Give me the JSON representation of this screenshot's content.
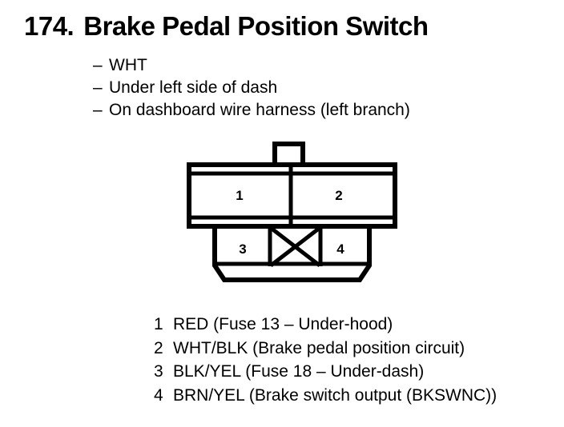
{
  "title": {
    "number": "174.",
    "name": "Brake Pedal Position Switch"
  },
  "spec_list": {
    "dash": "–",
    "items": [
      "WHT",
      "Under left side of dash",
      "On dashboard wire harness (left branch)"
    ]
  },
  "connector": {
    "top_cavities": [
      {
        "pin": "1"
      },
      {
        "pin": "2"
      }
    ],
    "bottom_cavities": [
      {
        "pin": "3"
      },
      {
        "pin": ""
      },
      {
        "pin": "4"
      }
    ]
  },
  "pin_legend": [
    {
      "pin": "1",
      "label": "RED (Fuse 13 – Under-hood)"
    },
    {
      "pin": "2",
      "label": "WHT/BLK (Brake pedal position circuit)"
    },
    {
      "pin": "3",
      "label": "BLK/YEL (Fuse 18 – Under-dash)"
    },
    {
      "pin": "4",
      "label": "BRN/YEL (Brake switch output (BKSWNC))"
    }
  ],
  "colors": {
    "ink": "#000000",
    "background": "#ffffff"
  }
}
